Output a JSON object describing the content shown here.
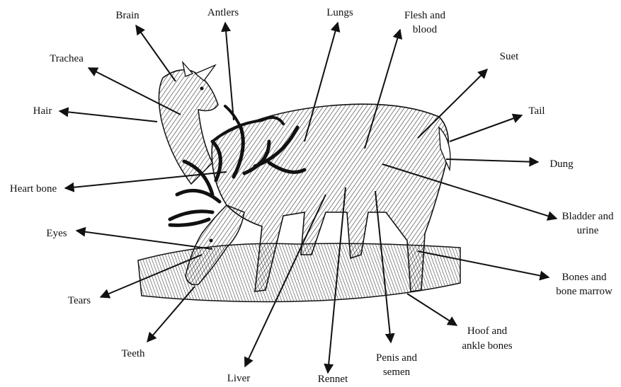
{
  "labels": {
    "brain": "Brain",
    "antlers": "Antlers",
    "lungs": "Lungs",
    "flesh_blood_1": "Flesh and",
    "flesh_blood_2": "blood",
    "suet": "Suet",
    "trachea": "Trachea",
    "tail": "Tail",
    "hair": "Hair",
    "dung": "Dung",
    "heart_bone": "Heart bone",
    "bladder_1": "Bladder and",
    "bladder_2": "urine",
    "eyes": "Eyes",
    "bones_1": "Bones and",
    "bones_2": "bone marrow",
    "tears": "Tears",
    "hoof_1": "Hoof and",
    "hoof_2": "ankle bones",
    "teeth": "Teeth",
    "penis_1": "Penis and",
    "penis_2": "semen",
    "liver": "Liver",
    "rennet": "Rennet"
  }
}
